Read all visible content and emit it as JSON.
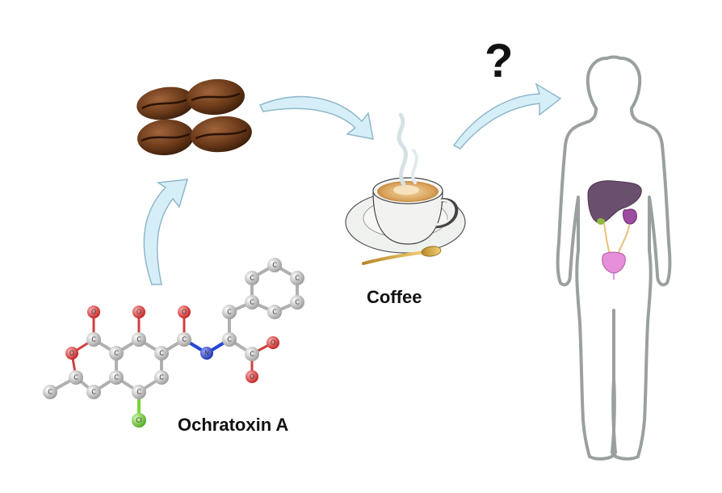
{
  "labels": {
    "coffee": "Coffee",
    "molecule": "Ochratoxin A",
    "question": "?"
  },
  "icons": [
    "coffee-beans-icon",
    "coffee-cup-icon",
    "human-body-icon",
    "liver-icon",
    "kidney-icon",
    "bladder-icon",
    "molecule-icon"
  ],
  "colors": {
    "arrow_fill": "#d6eef8",
    "arrow_stroke": "#8fb8c9",
    "bean": "#6b3a1a",
    "coffee": "#d8a159",
    "body_outline": "#9aa0a0",
    "liver": "#6b4f6e",
    "oxygen": "#e03a3a",
    "nitrogen": "#2747d8",
    "chlorine": "#7ad43a",
    "carbon": "#c8c8c8"
  },
  "atoms": {
    "carbon": "C",
    "oxygen": "O",
    "nitrogen": "N",
    "chlorine": "Cl"
  }
}
